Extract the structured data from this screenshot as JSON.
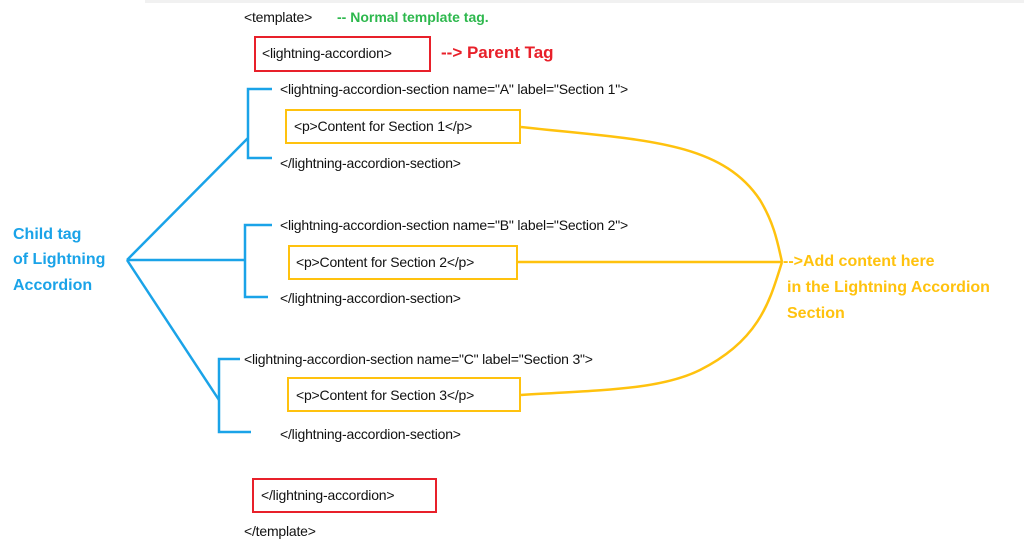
{
  "code": {
    "template_open": "<template>",
    "accordion_open": "<lightning-accordion>",
    "sections": [
      {
        "open": "<lightning-accordion-section name=\"A\" label=\"Section 1\">",
        "content": "<p>Content for Section 1</p>",
        "close": "</lightning-accordion-section>"
      },
      {
        "open": "<lightning-accordion-section name=\"B\" label=\"Section 2\">",
        "content": "<p>Content for Section 2</p>",
        "close": "</lightning-accordion-section>"
      },
      {
        "open": "<lightning-accordion-section name=\"C\" label=\"Section 3\">",
        "content": "<p>Content for Section 3</p>",
        "close": "</lightning-accordion-section>"
      }
    ],
    "accordion_close": "</lightning-accordion>",
    "template_close": "</template>"
  },
  "annotations": {
    "template_note": "-- Normal template tag.",
    "parent_note": "--> Parent Tag",
    "child_note": [
      "Child tag",
      "of Lightning",
      "Accordion"
    ],
    "content_note": [
      "-->Add content here",
      "in the Lightning Accordion",
      "Section"
    ]
  },
  "colors": {
    "green": "#2db84d",
    "red": "#e8202a",
    "blue": "#1aa3e8",
    "yellow": "#ffc20e"
  }
}
